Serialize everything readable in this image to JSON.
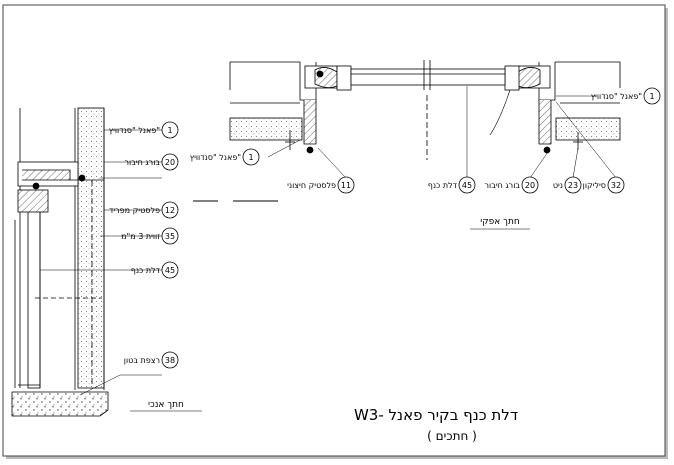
{
  "title": "W3- דלת כנף בקיר פאנל",
  "subtitle": "( חתכים )",
  "vertical_section_label": "חתך אנכי",
  "horizontal_section_label": "חתך אפקי",
  "callouts": [
    {
      "num": "1",
      "text": "פאנל \"סנדוויץ\""
    },
    {
      "num": "20",
      "text": "בורג חיבור"
    },
    {
      "num": "12",
      "text": "פלסטיק מפריד"
    },
    {
      "num": "35",
      "text": "זווית 3 מ\"מ"
    },
    {
      "num": "45",
      "text": "דלת כנף"
    },
    {
      "num": "38",
      "text": "רצפת בטון"
    },
    {
      "num": "11",
      "text": "פלסטיק חיצוני"
    },
    {
      "num": "23",
      "text": "ניט"
    },
    {
      "num": "32",
      "text": "סיליקון"
    }
  ],
  "h_callouts": {
    "panel_right": {
      "num": "1",
      "text": "פאנל \"סנדוויץ\""
    },
    "panel_left": {
      "num": "1",
      "text": "פאנל \"סנדוויץ\""
    },
    "n11": {
      "num": "11",
      "text": "פלסטיק חיצוני"
    },
    "n45": {
      "num": "45",
      "text": "דלת כנף"
    },
    "n20": {
      "num": "20",
      "text": "בורג חיבור"
    },
    "n23": {
      "num": "23",
      "text": "ניט"
    },
    "n32": {
      "num": "32",
      "text": "סיליקון"
    }
  },
  "v_callouts": {
    "n1": {
      "num": "1",
      "text": "פאנל \"סנדוויץ\""
    },
    "n20": {
      "num": "20",
      "text": "בורג חיבור"
    },
    "n12": {
      "num": "12",
      "text": "פלסטיק מפריד"
    },
    "n35": {
      "num": "35",
      "text": "זווית 3 מ\"מ"
    },
    "n45": {
      "num": "45",
      "text": "דלת כנף"
    },
    "n38": {
      "num": "38",
      "text": "רצפת בטון"
    }
  }
}
